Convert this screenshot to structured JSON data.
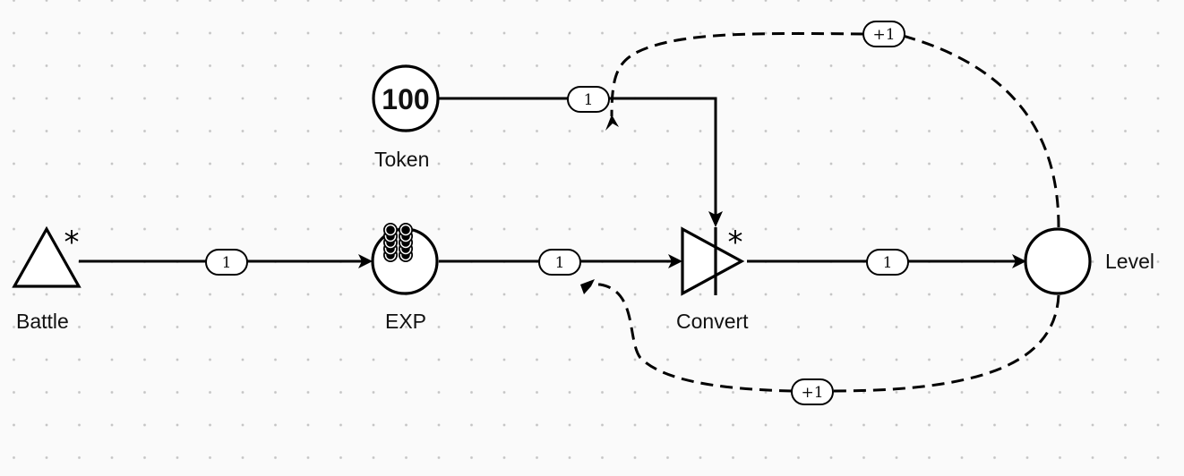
{
  "nodes": {
    "battle": {
      "label": "Battle",
      "type": "source",
      "modifier": "*"
    },
    "token": {
      "label": "Token",
      "type": "pool",
      "value": "100"
    },
    "exp": {
      "label": "EXP",
      "type": "pool",
      "resource_icon": "coin-stack-icon",
      "coin_stacks": 2,
      "coins_per_stack": 5
    },
    "convert": {
      "label": "Convert",
      "type": "converter",
      "modifier": "*"
    },
    "level": {
      "label": "Level",
      "type": "pool"
    }
  },
  "edges": [
    {
      "id": "battle-to-exp",
      "from": "Battle",
      "to": "EXP",
      "label": "1",
      "style": "solid"
    },
    {
      "id": "exp-to-convert",
      "from": "EXP",
      "to": "Convert",
      "label": "1",
      "style": "solid"
    },
    {
      "id": "token-to-convert",
      "from": "Token",
      "to": "Convert",
      "label": "1",
      "style": "solid"
    },
    {
      "id": "convert-to-level",
      "from": "Convert",
      "to": "Level",
      "label": "1",
      "style": "solid"
    },
    {
      "id": "level-to-token-edge",
      "from": "Level",
      "to": "Token→Convert edge",
      "label": "+1",
      "style": "dashed"
    },
    {
      "id": "level-to-exp-edge",
      "from": "Level",
      "to": "EXP→Convert edge",
      "label": "+1",
      "style": "dashed"
    }
  ]
}
